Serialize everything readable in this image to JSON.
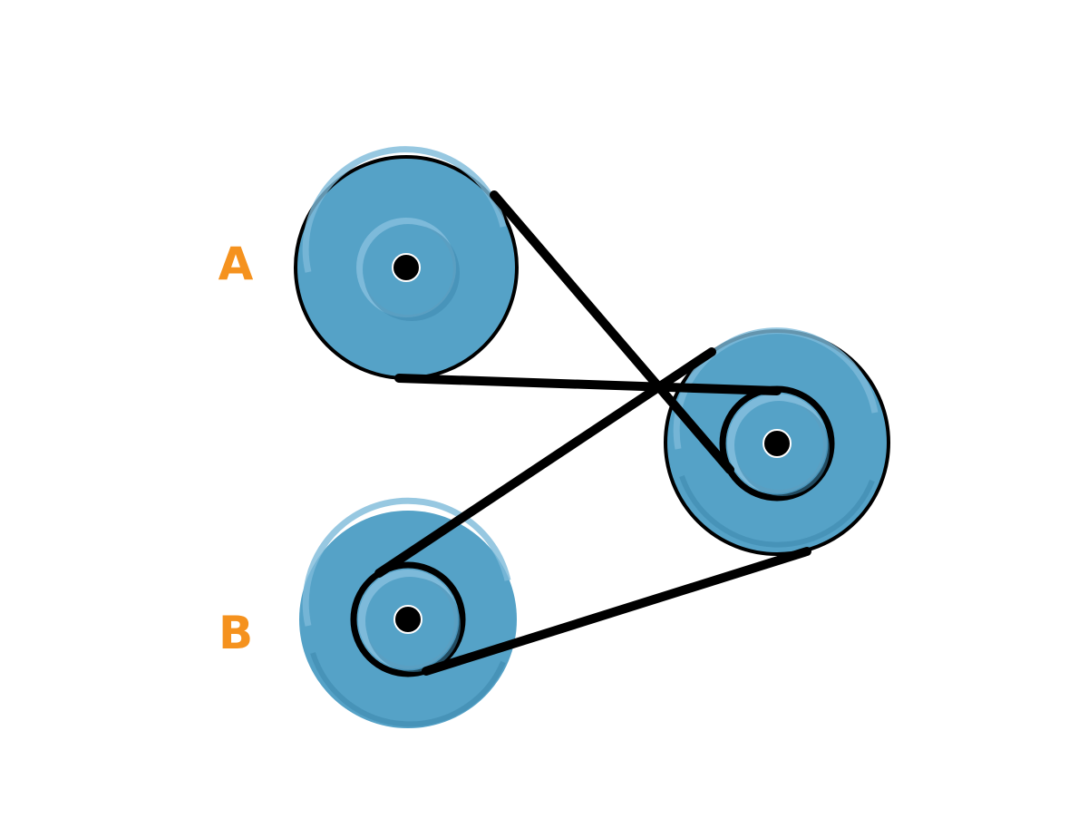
{
  "pulleys": [
    {
      "id": "A",
      "label": "A"
    },
    {
      "id": "B",
      "label": "B"
    },
    {
      "id": "C",
      "label": ""
    }
  ],
  "colors": {
    "pulley_fill": "#55A2C7",
    "pulley_highlight": "#7DBADA",
    "pulley_shadow": "#3E88AE",
    "belt": "#000000",
    "hub": "#000000",
    "label": "#F5921E",
    "background": "#FFFFFF"
  }
}
